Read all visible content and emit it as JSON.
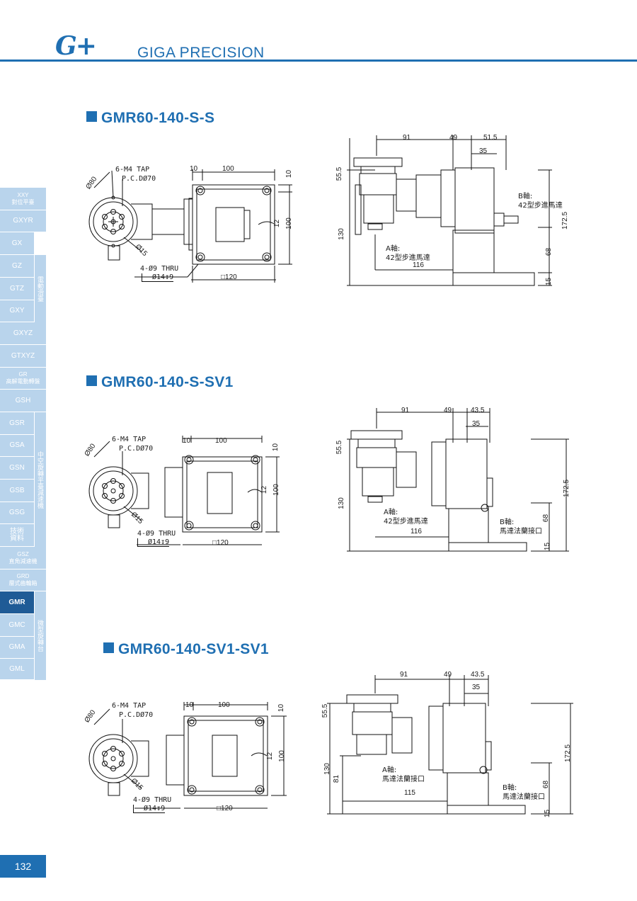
{
  "header": {
    "logo": "G+",
    "brand": "GIGA PRECISION"
  },
  "sidebar": {
    "items": [
      {
        "label": "XXY\n對位平臺",
        "active": false
      },
      {
        "label": "GXYR",
        "active": false
      },
      {
        "label": "GX",
        "active": false
      },
      {
        "label": "GZ",
        "active": false
      },
      {
        "label": "GTZ",
        "active": false
      },
      {
        "label": "GXY",
        "active": false
      },
      {
        "label": "GXYZ",
        "active": false
      },
      {
        "label": "GTXYZ",
        "active": false
      },
      {
        "label": "GR\n高解電動轉盤",
        "active": false
      },
      {
        "label": "GSH",
        "active": false
      },
      {
        "label": "GSR",
        "active": false
      },
      {
        "label": "GSA",
        "active": false
      },
      {
        "label": "GSN",
        "active": false
      },
      {
        "label": "GSB",
        "active": false
      },
      {
        "label": "GSG",
        "active": false
      },
      {
        "label": "技術\n資料",
        "active": false
      },
      {
        "label": "GSZ\n直角減速機",
        "active": false
      },
      {
        "label": "GRD\n層式齒輪箱",
        "active": false
      },
      {
        "label": "GMR",
        "active": true
      },
      {
        "label": "GMC",
        "active": false
      },
      {
        "label": "GMA",
        "active": false
      },
      {
        "label": "GML",
        "active": false
      }
    ],
    "categories": [
      {
        "label": "電動滑臺"
      },
      {
        "label": "中空旋轉平臺減速機"
      },
      {
        "label": "微型旋轉台"
      }
    ]
  },
  "sections": [
    {
      "title": "GMR60-140-S-S",
      "front": {
        "tap": "6-M4 TAP",
        "pcd": "P.C.DØ70",
        "dia80": "Ø80",
        "dia15": "Ø15",
        "thru": "4-Ø9 THRU",
        "cbore": "Ø14",
        "cbore_depth": "9",
        "w10": "10",
        "w100": "100",
        "sq120": "□120",
        "h10": "10",
        "h100": "100",
        "h12": "12"
      },
      "side": {
        "d91": "91",
        "d49": "49",
        "d515": "51.5",
        "d35": "35",
        "d555": "55.5",
        "d130": "130",
        "d1725": "172.5",
        "d68": "68",
        "d15": "15",
        "d116": "116",
        "a_axis": "A軸:",
        "a_motor": "42型步進馬達",
        "b_axis": "B軸:",
        "b_motor": "42型步進馬達"
      }
    },
    {
      "title": "GMR60-140-S-SV1",
      "front": {
        "tap": "6-M4 TAP",
        "pcd": "P.C.DØ70",
        "dia80": "Ø80",
        "dia15": "Ø15",
        "thru": "4-Ø9 THRU",
        "cbore": "Ø14",
        "cbore_depth": "9",
        "w10": "10",
        "w100": "100",
        "sq120": "□120",
        "h10": "10",
        "h100": "100",
        "h12": "12"
      },
      "side": {
        "d91": "91",
        "d49": "49",
        "d515": "43.5",
        "d35": "35",
        "d555": "55.5",
        "d130": "130",
        "d1725": "172.5",
        "d68": "68",
        "d15": "15",
        "d116": "116",
        "a_axis": "A軸:",
        "a_motor": "42型步進馬達",
        "b_axis": "B軸:",
        "b_motor": "馬達法蘭接口"
      }
    },
    {
      "title": "GMR60-140-SV1-SV1",
      "front": {
        "tap": "6-M4 TAP",
        "pcd": "P.C.DØ70",
        "dia80": "Ø80",
        "dia15": "Ø15",
        "thru": "4-Ø9 THRU",
        "cbore": "Ø14",
        "cbore_depth": "9",
        "w10": "10",
        "w100": "100",
        "sq120": "□120",
        "h10": "10",
        "h100": "100",
        "h12": "12"
      },
      "side": {
        "d91": "91",
        "d49": "49",
        "d515": "43.5",
        "d35": "35",
        "d555": "55.5",
        "d130": "130",
        "d81": "81",
        "d1725": "172.5",
        "d68": "68",
        "d15": "15",
        "d116": "115",
        "a_axis": "A軸:",
        "a_motor": "馬達法蘭接口",
        "b_axis": "B軸:",
        "b_motor": "馬達法蘭接口"
      }
    }
  ],
  "page_number": "132",
  "colors": {
    "accent": "#1f6fb2",
    "sidebar": "#b9d4ec",
    "sidebar_active": "#1f5b96"
  }
}
